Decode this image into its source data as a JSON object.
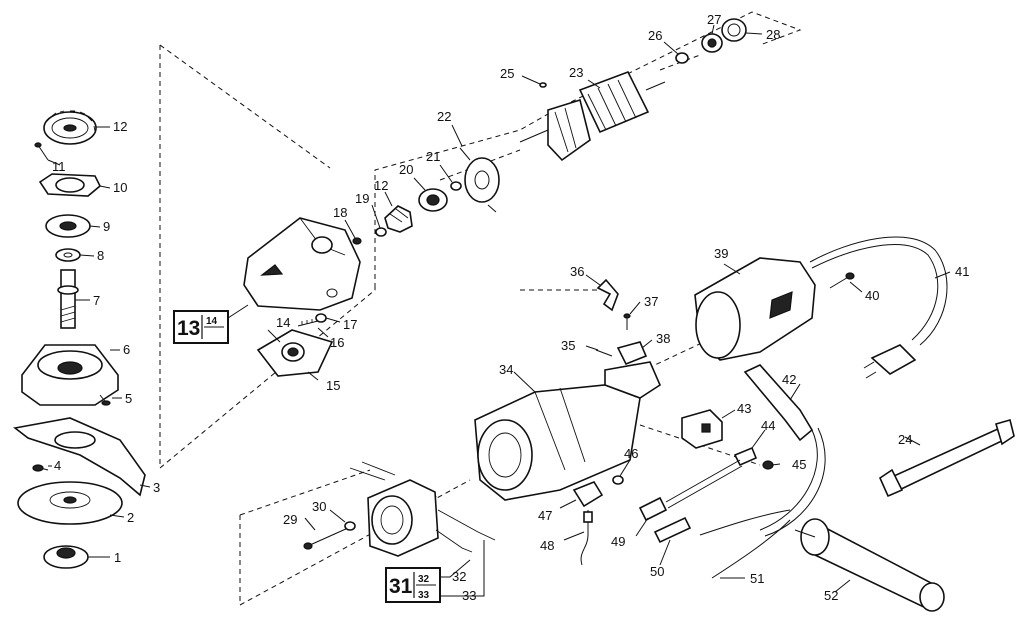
{
  "labels": {
    "p1": "1",
    "p2": "2",
    "p3": "3",
    "p4": "4",
    "p5": "5",
    "p6": "6",
    "p7": "7",
    "p8": "8",
    "p9": "9",
    "p10": "10",
    "p11": "11",
    "p12a": "12",
    "p12b": "12",
    "p14": "14",
    "p15": "15",
    "p16": "16",
    "p17": "17",
    "p18": "18",
    "p19": "19",
    "p20": "20",
    "p21": "21",
    "p22": "22",
    "p23": "23",
    "p24": "24",
    "p25": "25",
    "p26": "26",
    "p27": "27",
    "p28": "28",
    "p29": "29",
    "p30": "30",
    "p32": "32",
    "p33": "33",
    "p34": "34",
    "p35": "35",
    "p36": "36",
    "p37": "37",
    "p38": "38",
    "p39": "39",
    "p40": "40",
    "p41": "41",
    "p42": "42",
    "p43": "43",
    "p44": "44",
    "p45": "45",
    "p46": "46",
    "p47": "47",
    "p48": "48",
    "p49": "49",
    "p50": "50",
    "p51": "51",
    "p52": "52"
  },
  "boxes": {
    "box13": {
      "main": "13",
      "sub": "14"
    },
    "box31": {
      "main": "31",
      "sub_top": "32",
      "sub_bottom": "33"
    }
  }
}
